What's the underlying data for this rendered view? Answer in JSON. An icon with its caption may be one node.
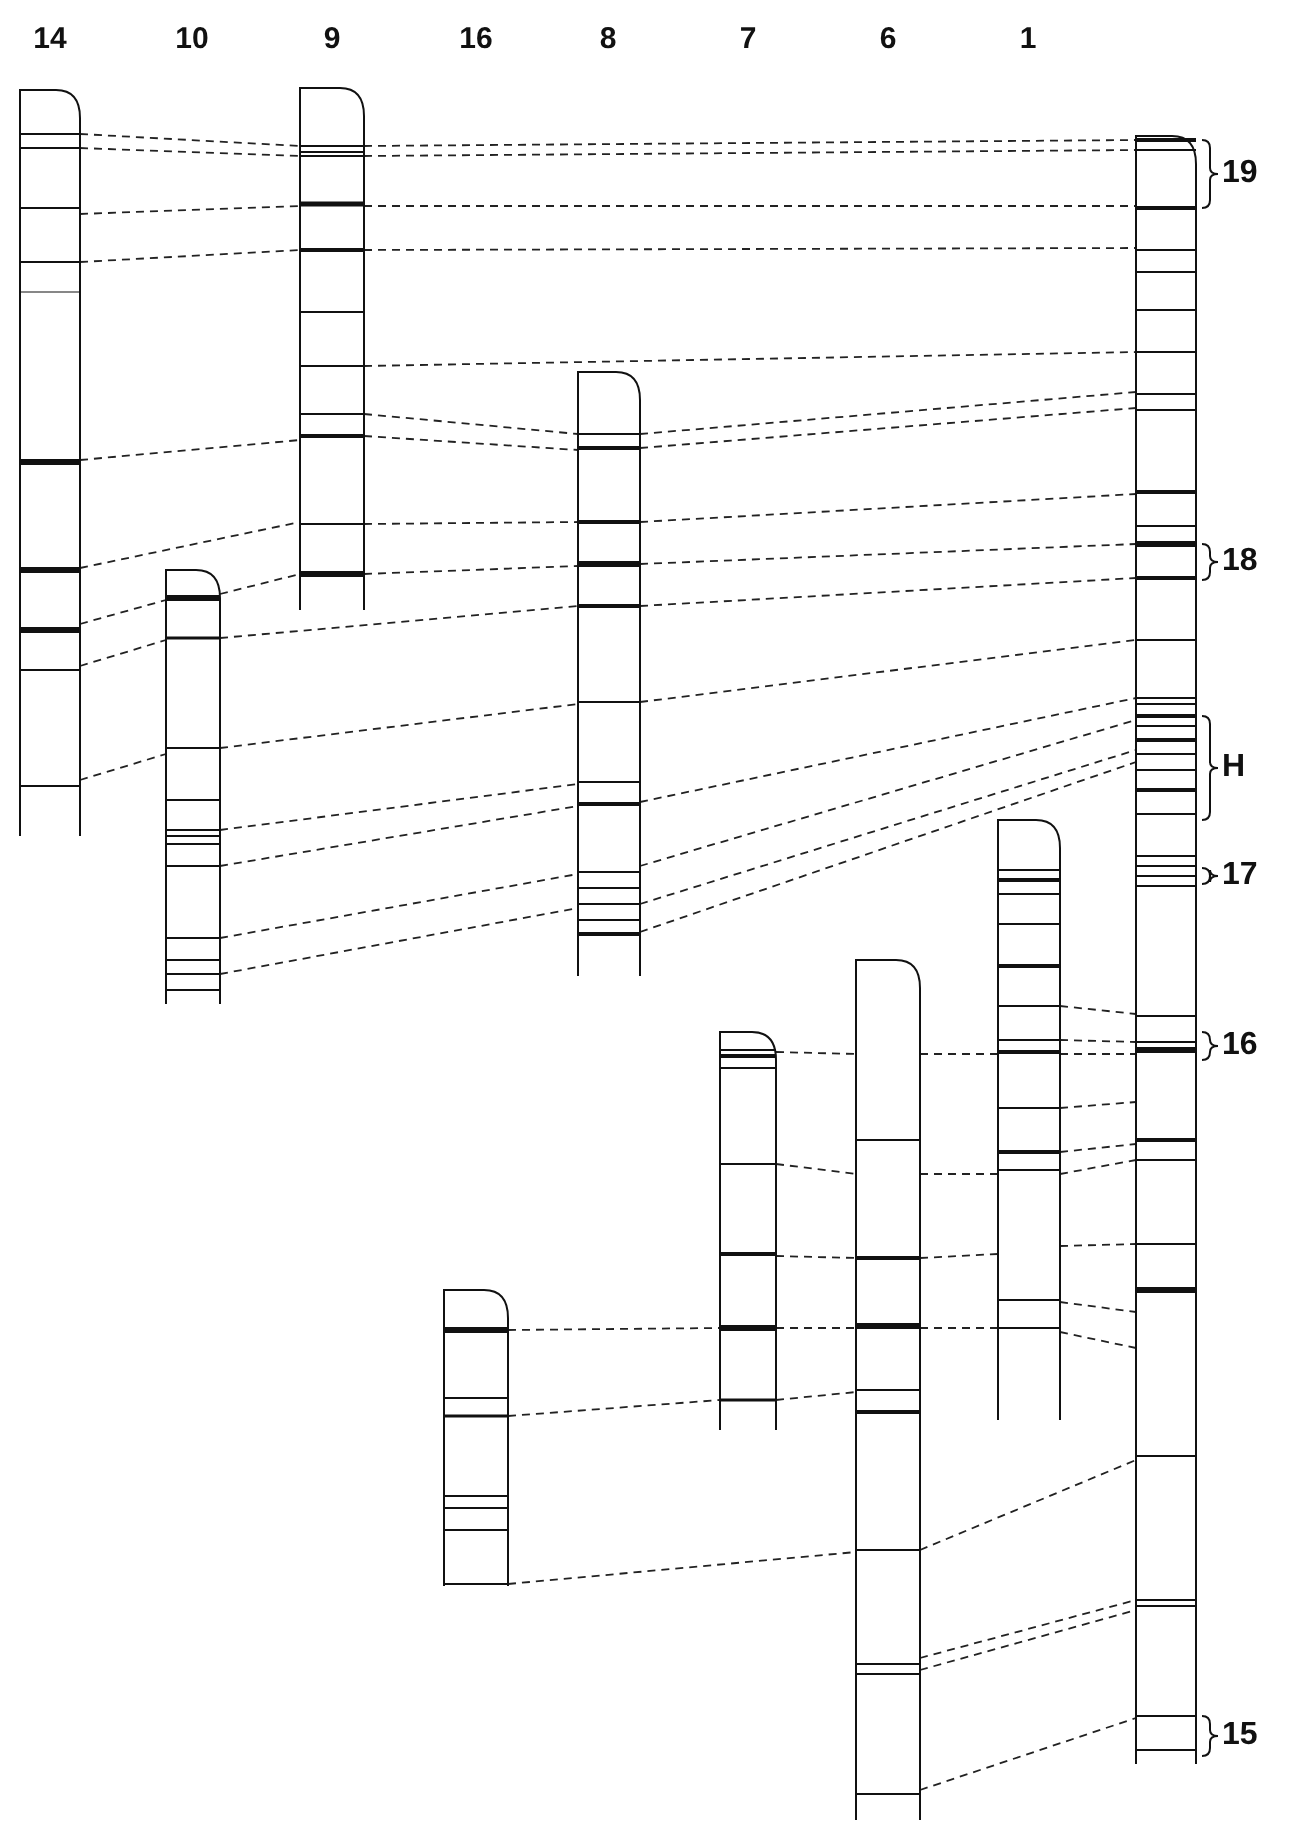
{
  "diagram": {
    "nodes": [
      {
        "text": [],
        "shape": "bar"
      },
      {
        "text": [],
        "shape": "bar"
      },
      {
        "text": [],
        "shape": "bar"
      },
      {
        "text": [],
        "shape": "bar"
      },
      {
        "text": [],
        "shape": "bar"
      },
      {
        "text": [],
        "shape": "bar"
      },
      {
        "text": [],
        "shape": "bar"
      },
      {
        "text": [],
        "shape": "bar"
      },
      {
        "text": [],
        "shape": "bar",
        "beside": [
          "19",
          "18",
          "H",
          "17",
          "16",
          "15"
        ]
      }
    ],
    "edges": [
      {
        "from": 0,
        "to": 2,
        "arrow": "none",
        "style": "dashed"
      },
      {
        "from": 0,
        "to": 2,
        "arrow": "none",
        "style": "dashed"
      },
      {
        "from": 0,
        "to": 2,
        "arrow": "none",
        "style": "dashed"
      },
      {
        "from": 0,
        "to": 2,
        "arrow": "none",
        "style": "dashed"
      },
      {
        "from": 0,
        "to": 2,
        "arrow": "none",
        "style": "dashed"
      },
      {
        "from": 0,
        "to": 2,
        "arrow": "none",
        "style": "dashed"
      },
      {
        "from": 0,
        "to": 1,
        "arrow": "none",
        "style": "dashed"
      },
      {
        "from": 0,
        "to": 1,
        "arrow": "none",
        "style": "dashed"
      },
      {
        "from": 0,
        "to": 1,
        "arrow": "none",
        "style": "dashed"
      },
      {
        "from": 2,
        "to": 8,
        "arrow": "none",
        "style": "dashed"
      },
      {
        "from": 2,
        "to": 8,
        "arrow": "none",
        "style": "dashed"
      },
      {
        "from": 2,
        "to": 8,
        "arrow": "none",
        "style": "dashed"
      },
      {
        "from": 2,
        "to": 8,
        "arrow": "none",
        "style": "dashed"
      },
      {
        "from": 2,
        "to": 8,
        "arrow": "none",
        "style": "dashed"
      },
      {
        "from": 2,
        "to": 4,
        "arrow": "none",
        "style": "dashed"
      },
      {
        "from": 2,
        "to": 4,
        "arrow": "none",
        "style": "dashed"
      },
      {
        "from": 2,
        "to": 4,
        "arrow": "none",
        "style": "dashed"
      },
      {
        "from": 2,
        "to": 4,
        "arrow": "none",
        "style": "dashed"
      },
      {
        "from": 1,
        "to": 2,
        "arrow": "none",
        "style": "dashed"
      },
      {
        "from": 1,
        "to": 4,
        "arrow": "none",
        "style": "dashed"
      },
      {
        "from": 1,
        "to": 4,
        "arrow": "none",
        "style": "dashed"
      },
      {
        "from": 1,
        "to": 4,
        "arrow": "none",
        "style": "dashed"
      },
      {
        "from": 1,
        "to": 4,
        "arrow": "none",
        "style": "dashed"
      },
      {
        "from": 1,
        "to": 4,
        "arrow": "none",
        "style": "dashed"
      },
      {
        "from": 1,
        "to": 4,
        "arrow": "none",
        "style": "dashed"
      },
      {
        "from": 4,
        "to": 8,
        "arrow": "none",
        "style": "dashed"
      },
      {
        "from": 4,
        "to": 8,
        "arrow": "none",
        "style": "dashed"
      },
      {
        "from": 4,
        "to": 8,
        "arrow": "none",
        "style": "dashed"
      },
      {
        "from": 4,
        "to": 8,
        "arrow": "none",
        "style": "dashed"
      },
      {
        "from": 4,
        "to": 8,
        "arrow": "none",
        "style": "dashed"
      },
      {
        "from": 4,
        "to": 8,
        "arrow": "none",
        "style": "dashed"
      },
      {
        "from": 4,
        "to": 8,
        "arrow": "none",
        "style": "dashed"
      },
      {
        "from": 4,
        "to": 8,
        "arrow": "none",
        "style": "dashed"
      },
      {
        "from": 4,
        "to": 8,
        "arrow": "none",
        "style": "dashed"
      },
      {
        "from": 4,
        "to": 8,
        "arrow": "none",
        "style": "dashed"
      },
      {
        "from": 7,
        "to": 8,
        "arrow": "none",
        "style": "dashed"
      },
      {
        "from": 7,
        "to": 8,
        "arrow": "none",
        "style": "dashed"
      },
      {
        "from": 7,
        "to": 8,
        "arrow": "none",
        "style": "dashed"
      },
      {
        "from": 7,
        "to": 8,
        "arrow": "none",
        "style": "dashed"
      },
      {
        "from": 7,
        "to": 8,
        "arrow": "none",
        "style": "dashed"
      },
      {
        "from": 7,
        "to": 8,
        "arrow": "none",
        "style": "dashed"
      },
      {
        "from": 7,
        "to": 8,
        "arrow": "none",
        "style": "dashed"
      },
      {
        "from": 7,
        "to": 8,
        "arrow": "none",
        "style": "dashed"
      },
      {
        "from": 7,
        "to": 8,
        "arrow": "none",
        "style": "dashed"
      },
      {
        "from": 5,
        "to": 6,
        "arrow": "none",
        "style": "dashed"
      },
      {
        "from": 6,
        "to": 7,
        "arrow": "none",
        "style": "dashed"
      },
      {
        "from": 5,
        "to": 6,
        "arrow": "none",
        "style": "dashed"
      },
      {
        "from": 6,
        "to": 7,
        "arrow": "none",
        "style": "dashed"
      },
      {
        "from": 5,
        "to": 6,
        "arrow": "none",
        "style": "dashed"
      },
      {
        "from": 6,
        "to": 7,
        "arrow": "none",
        "style": "dashed"
      },
      {
        "from": 5,
        "to": 6,
        "arrow": "none",
        "style": "dashed"
      },
      {
        "from": 6,
        "to": 7,
        "arrow": "none",
        "style": "dashed"
      },
      {
        "from": 5,
        "to": 6,
        "arrow": "none",
        "style": "dashed"
      },
      {
        "from": 3,
        "to": 5,
        "arrow": "none",
        "style": "dashed"
      },
      {
        "from": 3,
        "to": 5,
        "arrow": "none",
        "style": "dashed"
      },
      {
        "from": 3,
        "to": 6,
        "arrow": "none",
        "style": "dashed"
      },
      {
        "from": 6,
        "to": 8,
        "arrow": "none",
        "style": "dashed"
      },
      {
        "from": 6,
        "to": 8,
        "arrow": "none",
        "style": "dashed"
      },
      {
        "from": 6,
        "to": 8,
        "arrow": "none",
        "style": "dashed"
      },
      {
        "from": 6,
        "to": 8,
        "arrow": "none",
        "style": "dashed"
      }
    ],
    "labels": [
      "14",
      "10",
      "9",
      "16",
      "8",
      "7",
      "6",
      "1"
    ]
  }
}
